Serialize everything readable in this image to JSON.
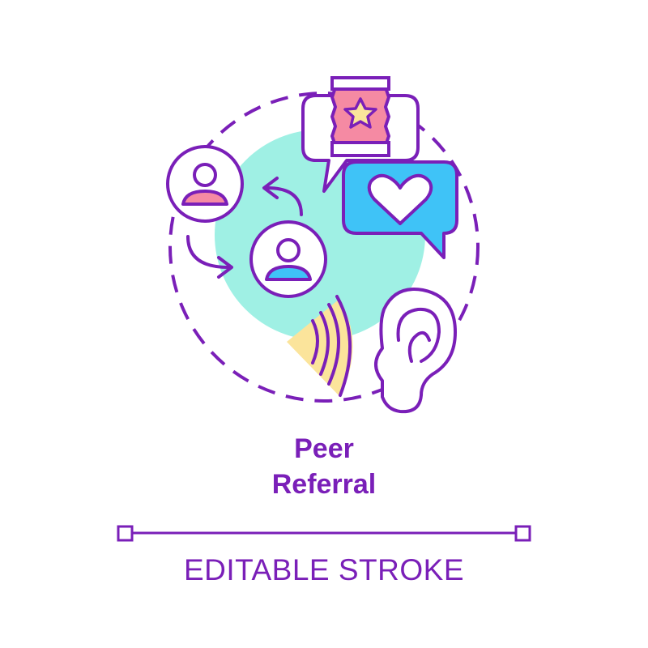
{
  "title": {
    "line1": "Peer",
    "line2": "Referral"
  },
  "caption": "EDITABLE STROKE",
  "icons": {
    "primary": "peer-referral-concept-icon",
    "elements": [
      "user-avatar-icon",
      "user-avatar-icon",
      "referral-arrow-icon",
      "product-package-star-icon",
      "heart-speech-bubble-icon",
      "sound-waves-icon",
      "ear-icon"
    ]
  },
  "colors": {
    "stroke": "#7a1fb8",
    "mint": "#9ff0e4",
    "pink": "#f58aa3",
    "blue": "#3fc3f7",
    "yellow": "#fbe49b",
    "white": "#ffffff"
  }
}
